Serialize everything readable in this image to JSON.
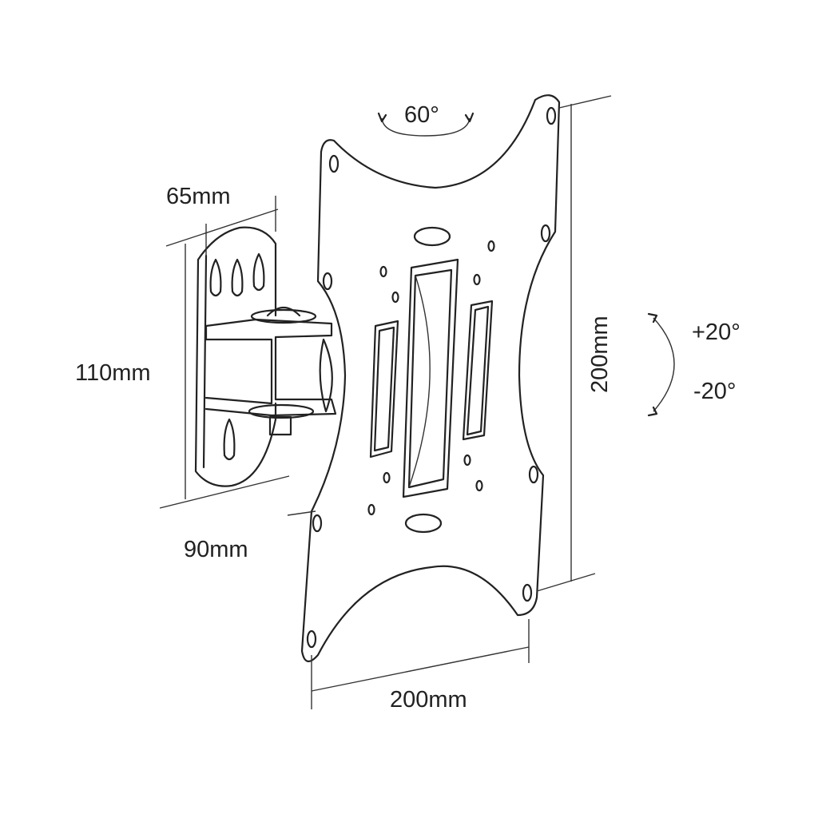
{
  "title": "TV wall mount bracket dimensions",
  "labels": {
    "swivel": "60°",
    "wall_plate_width": "65mm",
    "wall_plate_height": "110mm",
    "depth": "90mm",
    "vesa_width": "200mm",
    "vesa_height": "200mm",
    "tilt_up": "+20°",
    "tilt_down": "-20°"
  },
  "colors": {
    "line": "#222222",
    "background": "#ffffff"
  }
}
